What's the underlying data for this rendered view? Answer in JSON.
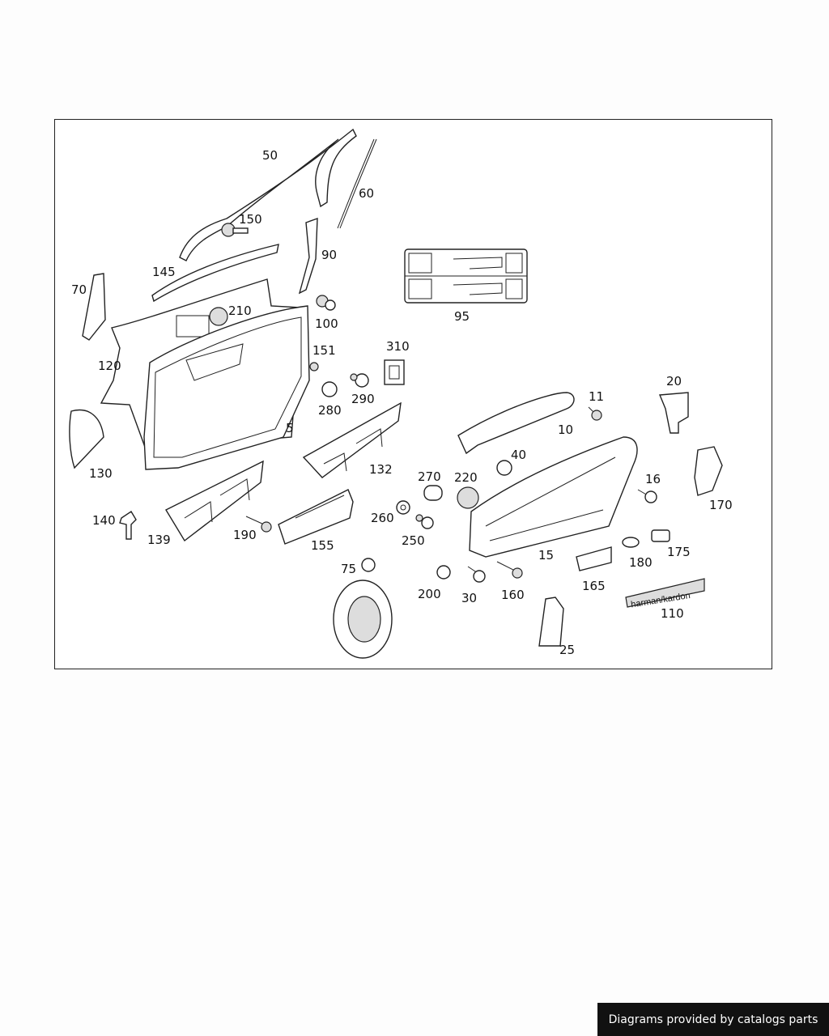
{
  "diagram": {
    "callouts": {
      "c50": "50",
      "c60": "60",
      "c150": "150",
      "c90": "90",
      "c145": "145",
      "c70": "70",
      "c210": "210",
      "c100": "100",
      "c95": "95",
      "c120": "120",
      "c151": "151",
      "c310": "310",
      "c280": "280",
      "c290": "290",
      "c5": "5",
      "c20": "20",
      "c11": "11",
      "c10": "10",
      "c130": "130",
      "c132": "132",
      "c40": "40",
      "c270": "270",
      "c220": "220",
      "c16": "16",
      "c170": "170",
      "c140": "140",
      "c260": "260",
      "c139": "139",
      "c190": "190",
      "c250": "250",
      "c155": "155",
      "c15": "15",
      "c175": "175",
      "c180": "180",
      "c75": "75",
      "c165": "165",
      "c200": "200",
      "c30": "30",
      "c160": "160",
      "c110": "110",
      "c25": "25"
    },
    "badge_110_text": "harman/kardon"
  },
  "footer": {
    "text": "Diagrams provided by catalogs parts"
  }
}
